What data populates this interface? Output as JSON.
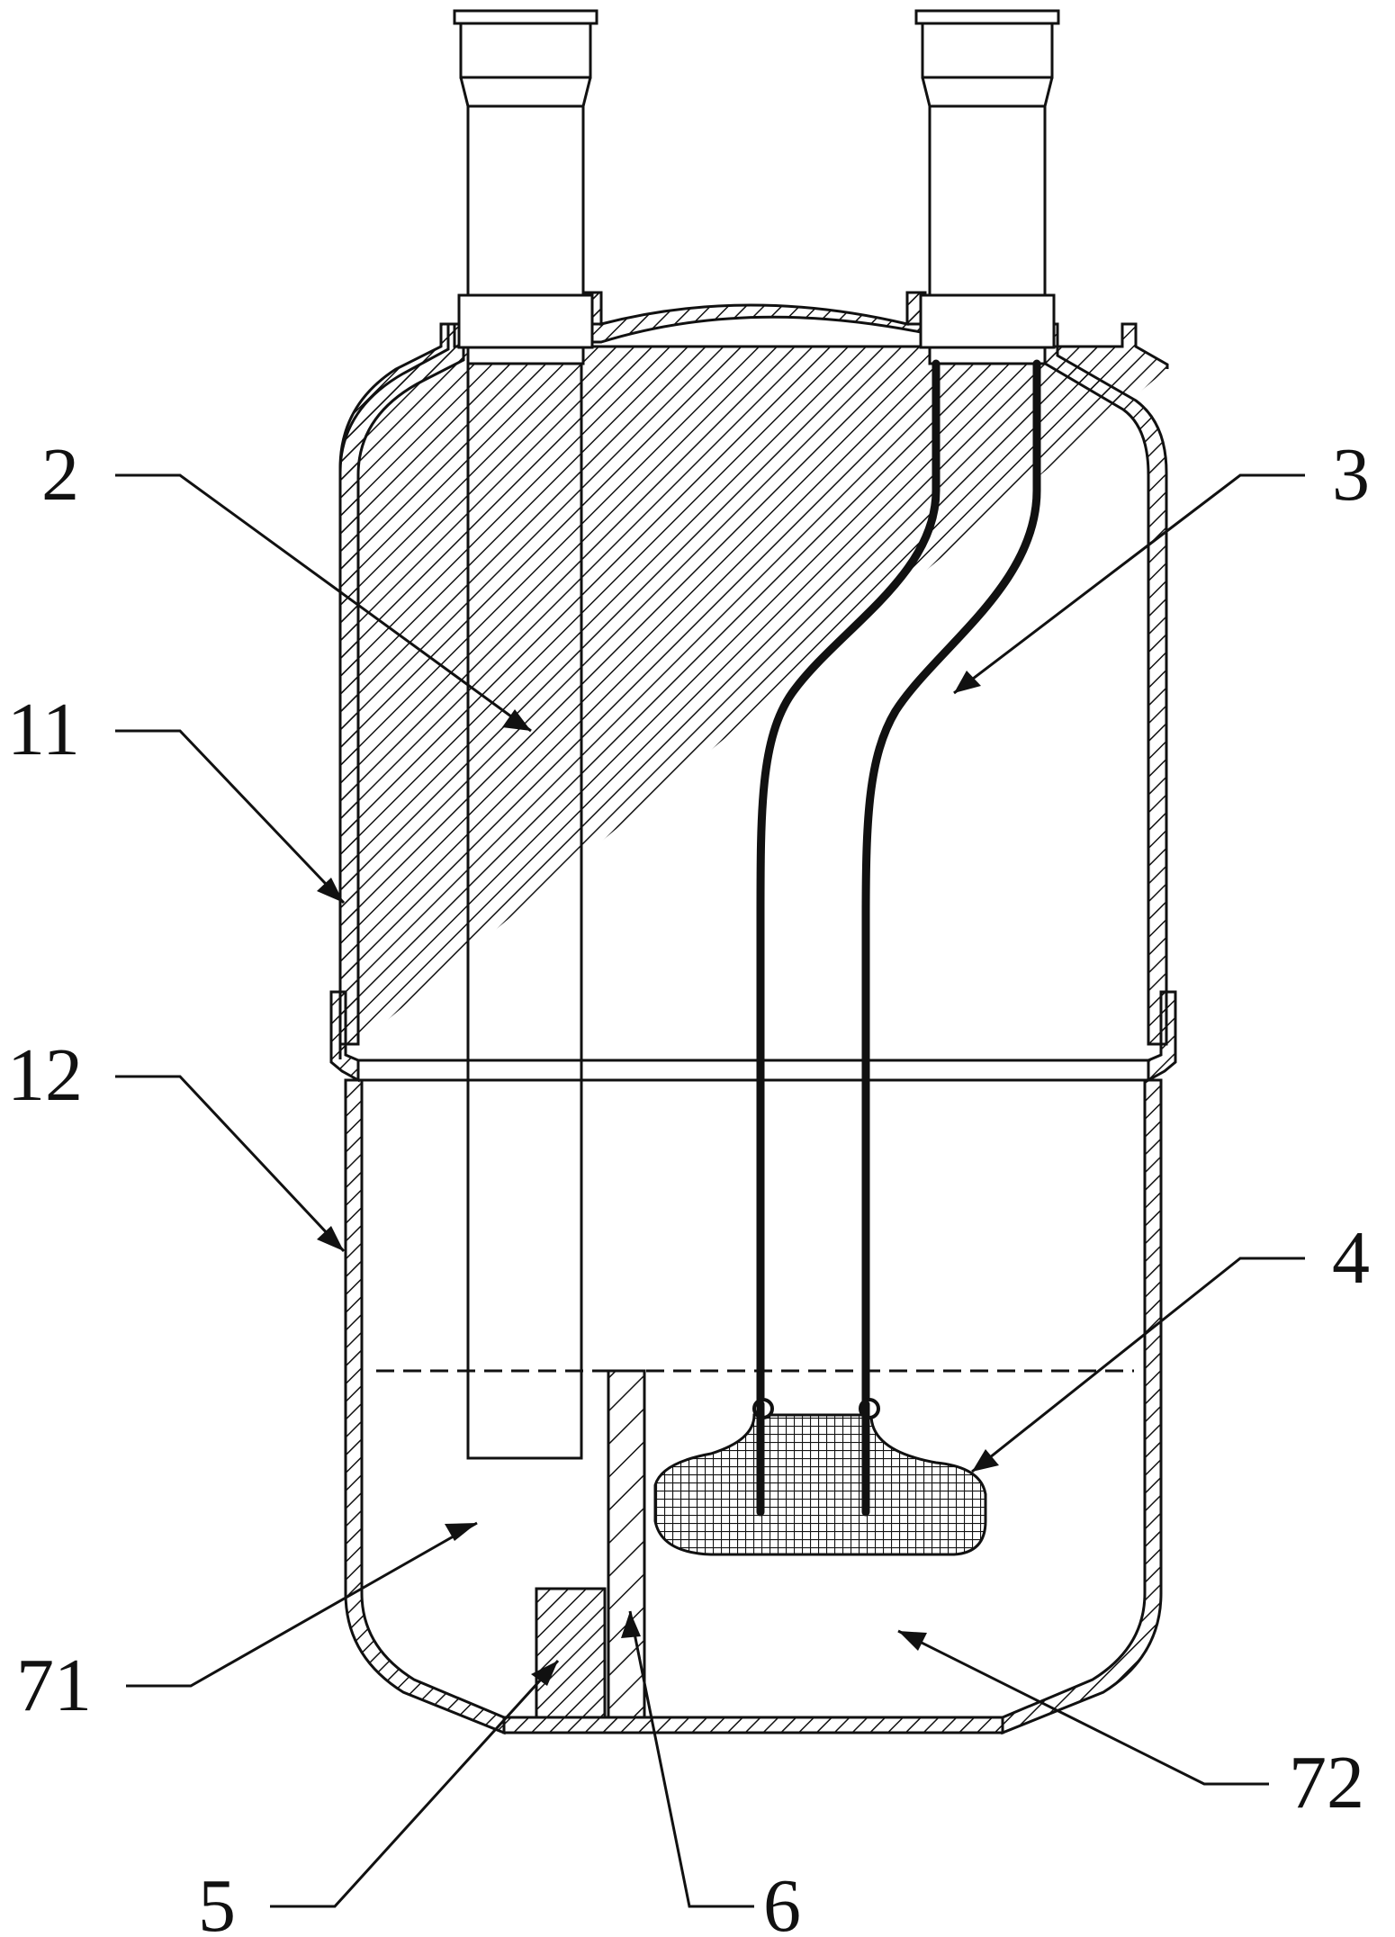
{
  "figure": {
    "type": "patent-technical-drawing",
    "subject": "liquid reservoir / accumulator cross-section",
    "line_color": "#111111",
    "background": "#ffffff",
    "labels": [
      {
        "id": "label-2",
        "text": "2"
      },
      {
        "id": "label-3",
        "text": "3"
      },
      {
        "id": "label-11",
        "text": "11"
      },
      {
        "id": "label-12",
        "text": "12"
      },
      {
        "id": "label-4",
        "text": "4"
      },
      {
        "id": "label-71",
        "text": "71"
      },
      {
        "id": "label-72",
        "text": "72"
      },
      {
        "id": "label-5",
        "text": "5"
      },
      {
        "id": "label-6",
        "text": "6"
      }
    ]
  }
}
